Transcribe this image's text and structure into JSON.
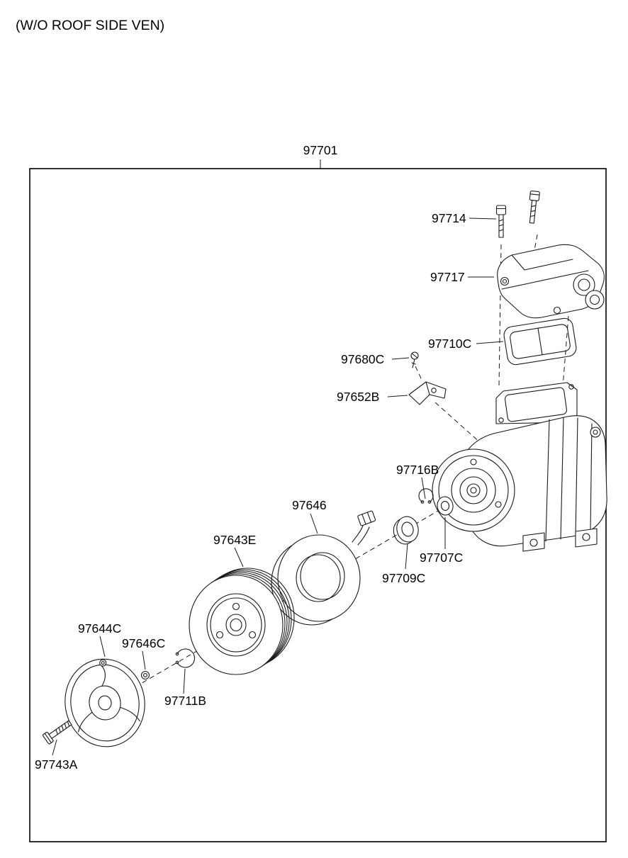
{
  "page": {
    "title": "(W/O ROOF SIDE VEN)"
  },
  "diagram": {
    "assembly_label": "97701",
    "parts": [
      {
        "label": "97714"
      },
      {
        "label": "97717"
      },
      {
        "label": "97710C"
      },
      {
        "label": "97680C"
      },
      {
        "label": "97652B"
      },
      {
        "label": "97716B"
      },
      {
        "label": "97646"
      },
      {
        "label": "97643E"
      },
      {
        "label": "97707C"
      },
      {
        "label": "97709C"
      },
      {
        "label": "97644C"
      },
      {
        "label": "97646C"
      },
      {
        "label": "97711B"
      },
      {
        "label": "97743A"
      }
    ]
  }
}
